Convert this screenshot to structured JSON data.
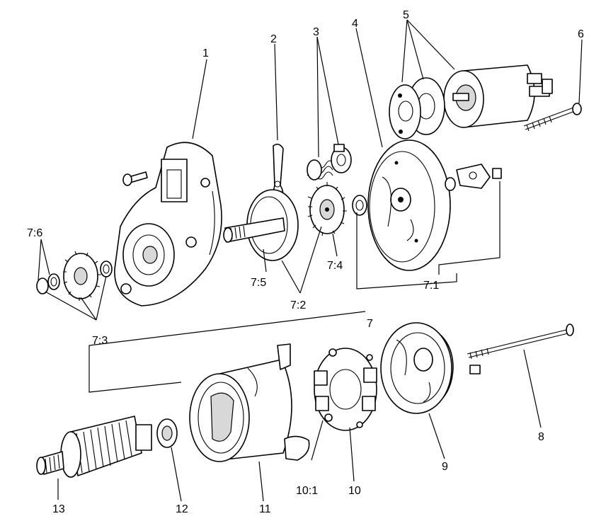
{
  "callouts": {
    "c1": "1",
    "c2": "2",
    "c3": "3",
    "c4": "4",
    "c5": "5",
    "c6": "6",
    "c7": "7",
    "c7_1": "7:1",
    "c7_2": "7:2",
    "c7_3": "7:3",
    "c7_4": "7:4",
    "c7_5": "7:5",
    "c7_6": "7:6",
    "c8": "8",
    "c9": "9",
    "c10": "10",
    "c10_1": "10:1",
    "c11": "11",
    "c12": "12",
    "c13": "13"
  },
  "colors": {
    "line": "#000000",
    "background": "#ffffff"
  }
}
